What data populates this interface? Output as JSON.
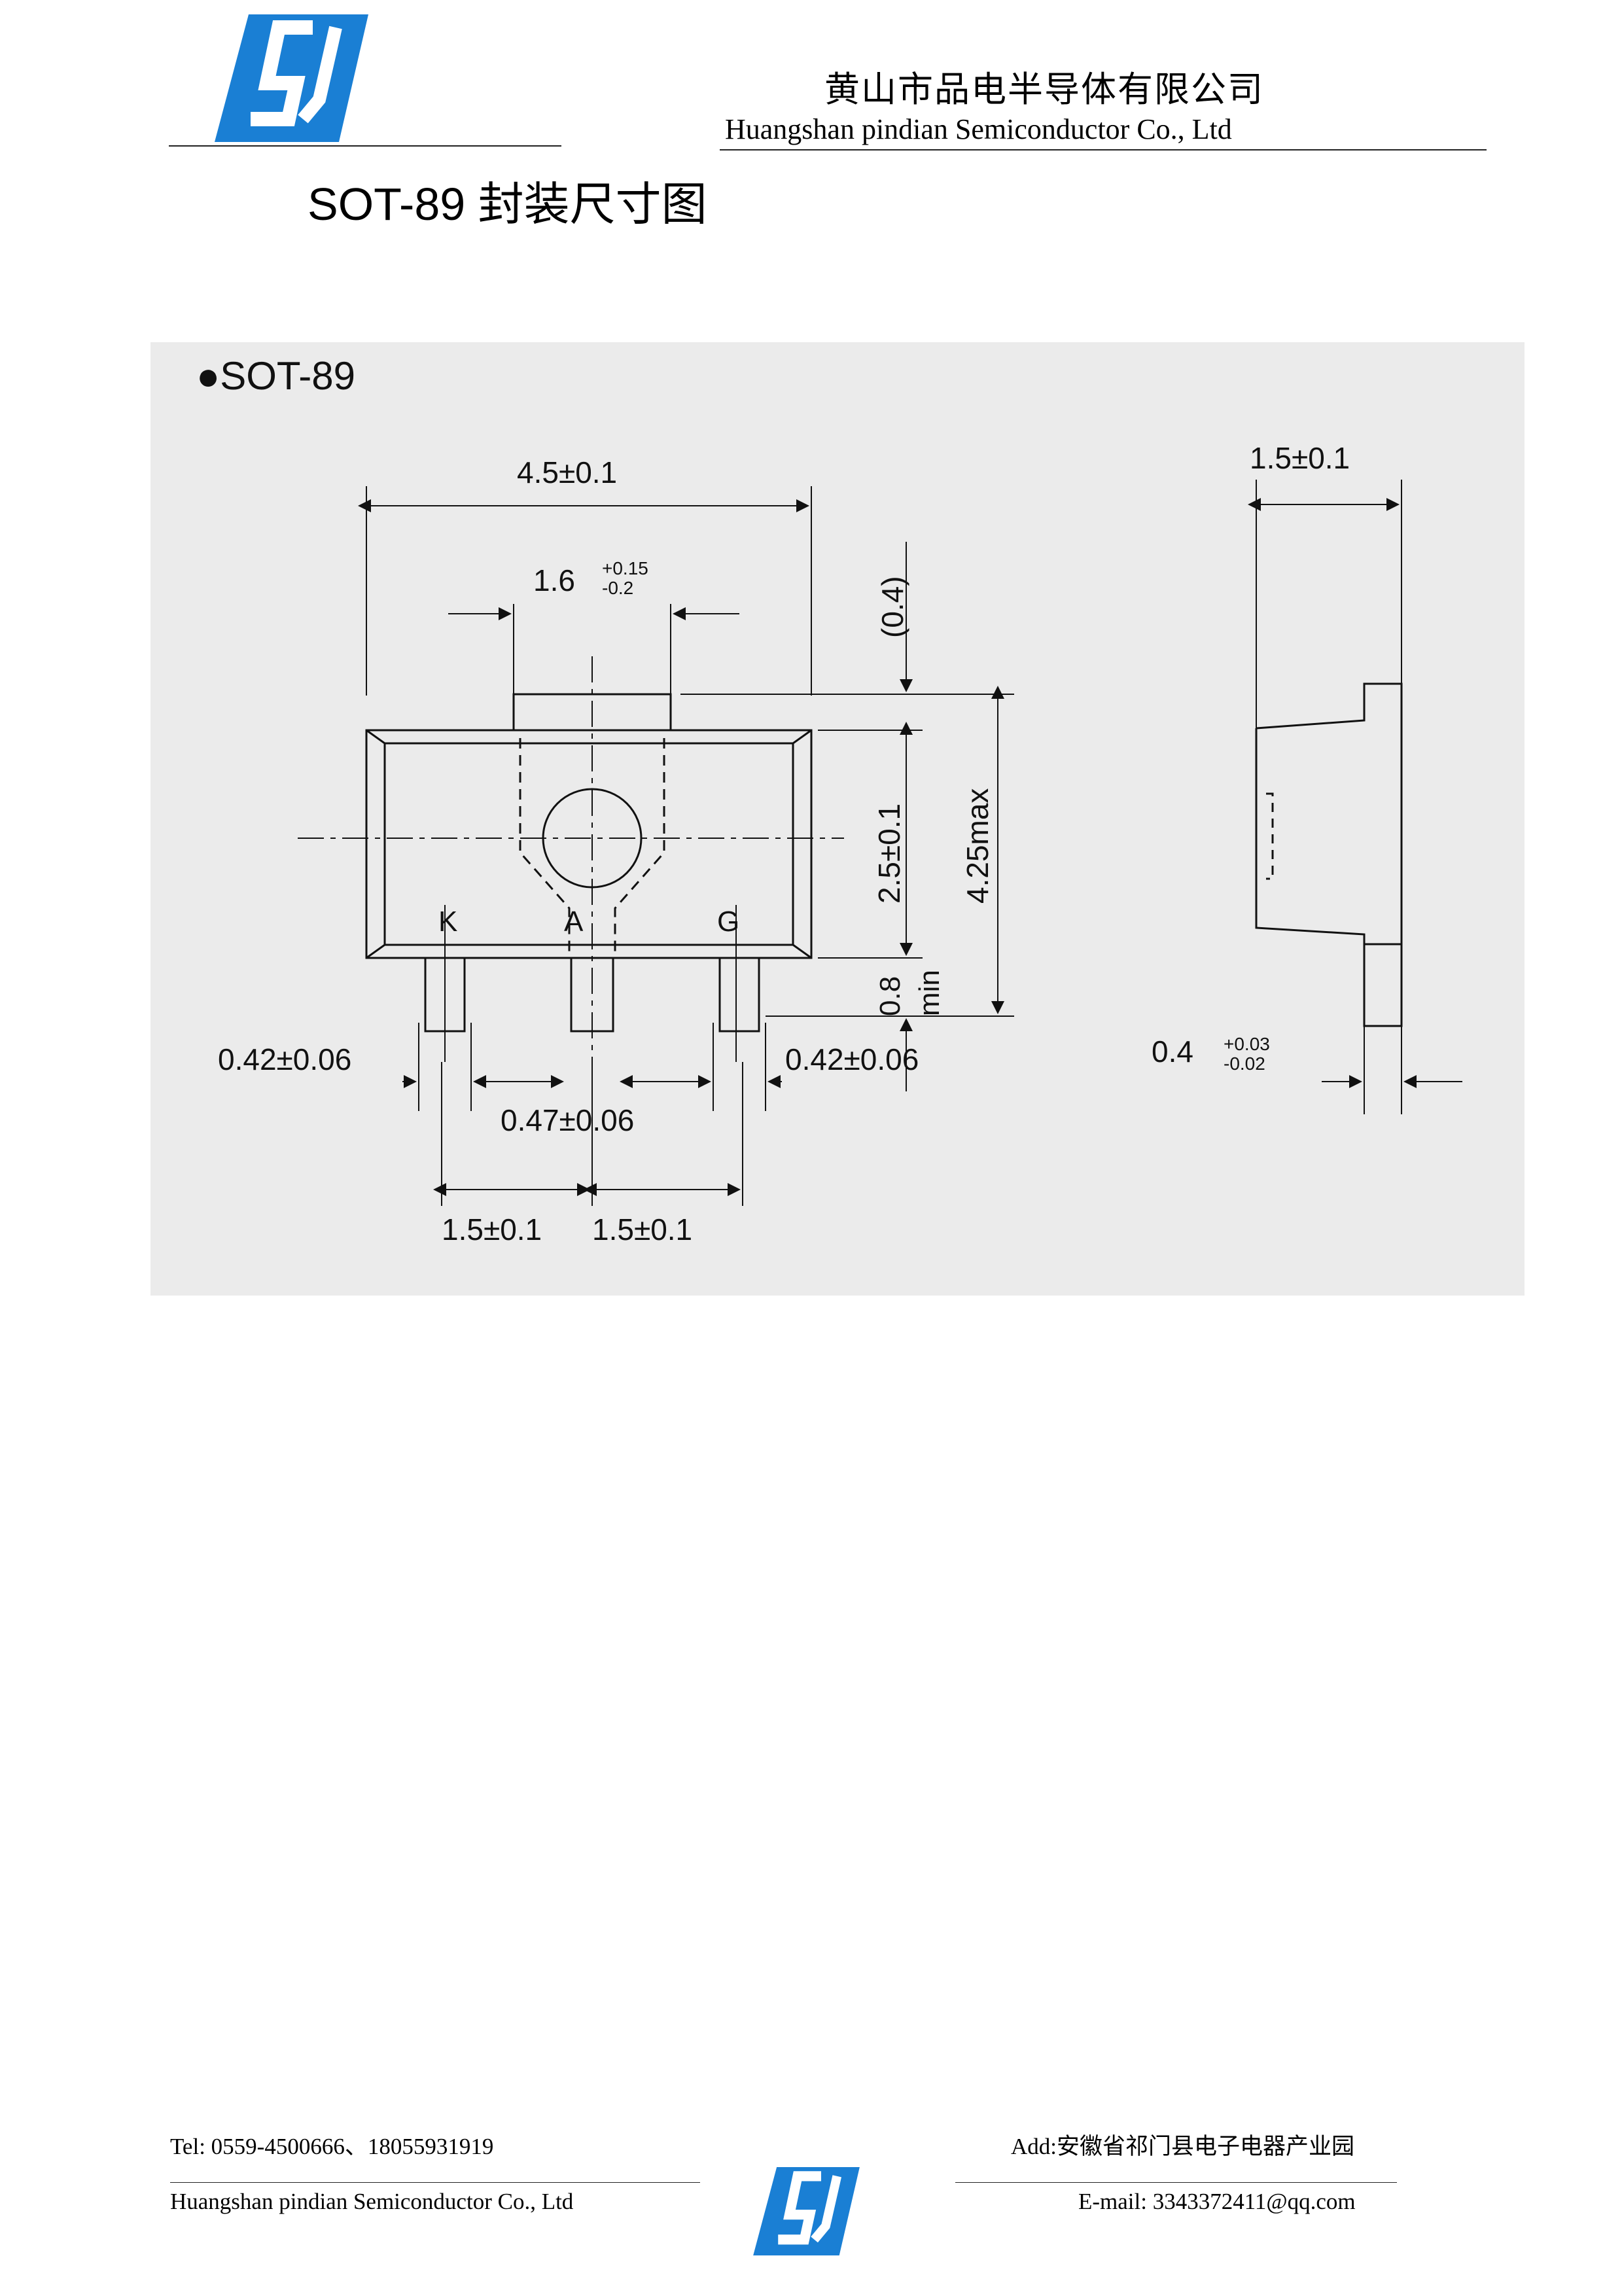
{
  "header": {
    "company_cn": "黄山市品电半导体有限公司",
    "company_en": "Huangshan  pindian Semiconductor Co., Ltd",
    "logo_color": "#1a7fd4"
  },
  "title": "SOT-89 封装尺寸图",
  "figure": {
    "package_label": "●SOT-89",
    "dims": {
      "body_width": "4.5±0.1",
      "tab_width": "1.6",
      "tab_width_tol_plus": "+0.15",
      "tab_width_tol_minus": "-0.2",
      "tab_height": "(0.4)",
      "body_height": "2.5±0.1",
      "total_height": "4.25max",
      "lead_len_value": "0.8",
      "lead_len_unit": "min",
      "lead_width_left": "0.42±0.06",
      "lead_width_right": "0.42±0.06",
      "center_lead_width": "0.47±0.06",
      "pitch_left": "1.5±0.1",
      "pitch_right": "1.5±0.1",
      "side_thickness": "1.5±0.1",
      "lead_thickness": "0.4",
      "lead_thickness_tol_plus": "+0.03",
      "lead_thickness_tol_minus": "-0.02"
    },
    "pins": {
      "left": "K",
      "center": "A",
      "right": "G"
    }
  },
  "footer": {
    "tel": "Tel: 0559-4500666、18055931919",
    "address": "Add:安徽省祁门县电子电器产业园",
    "company": "Huangshan  pindian Semiconductor Co., Ltd",
    "email": "E-mail: 3343372411@qq.com"
  }
}
